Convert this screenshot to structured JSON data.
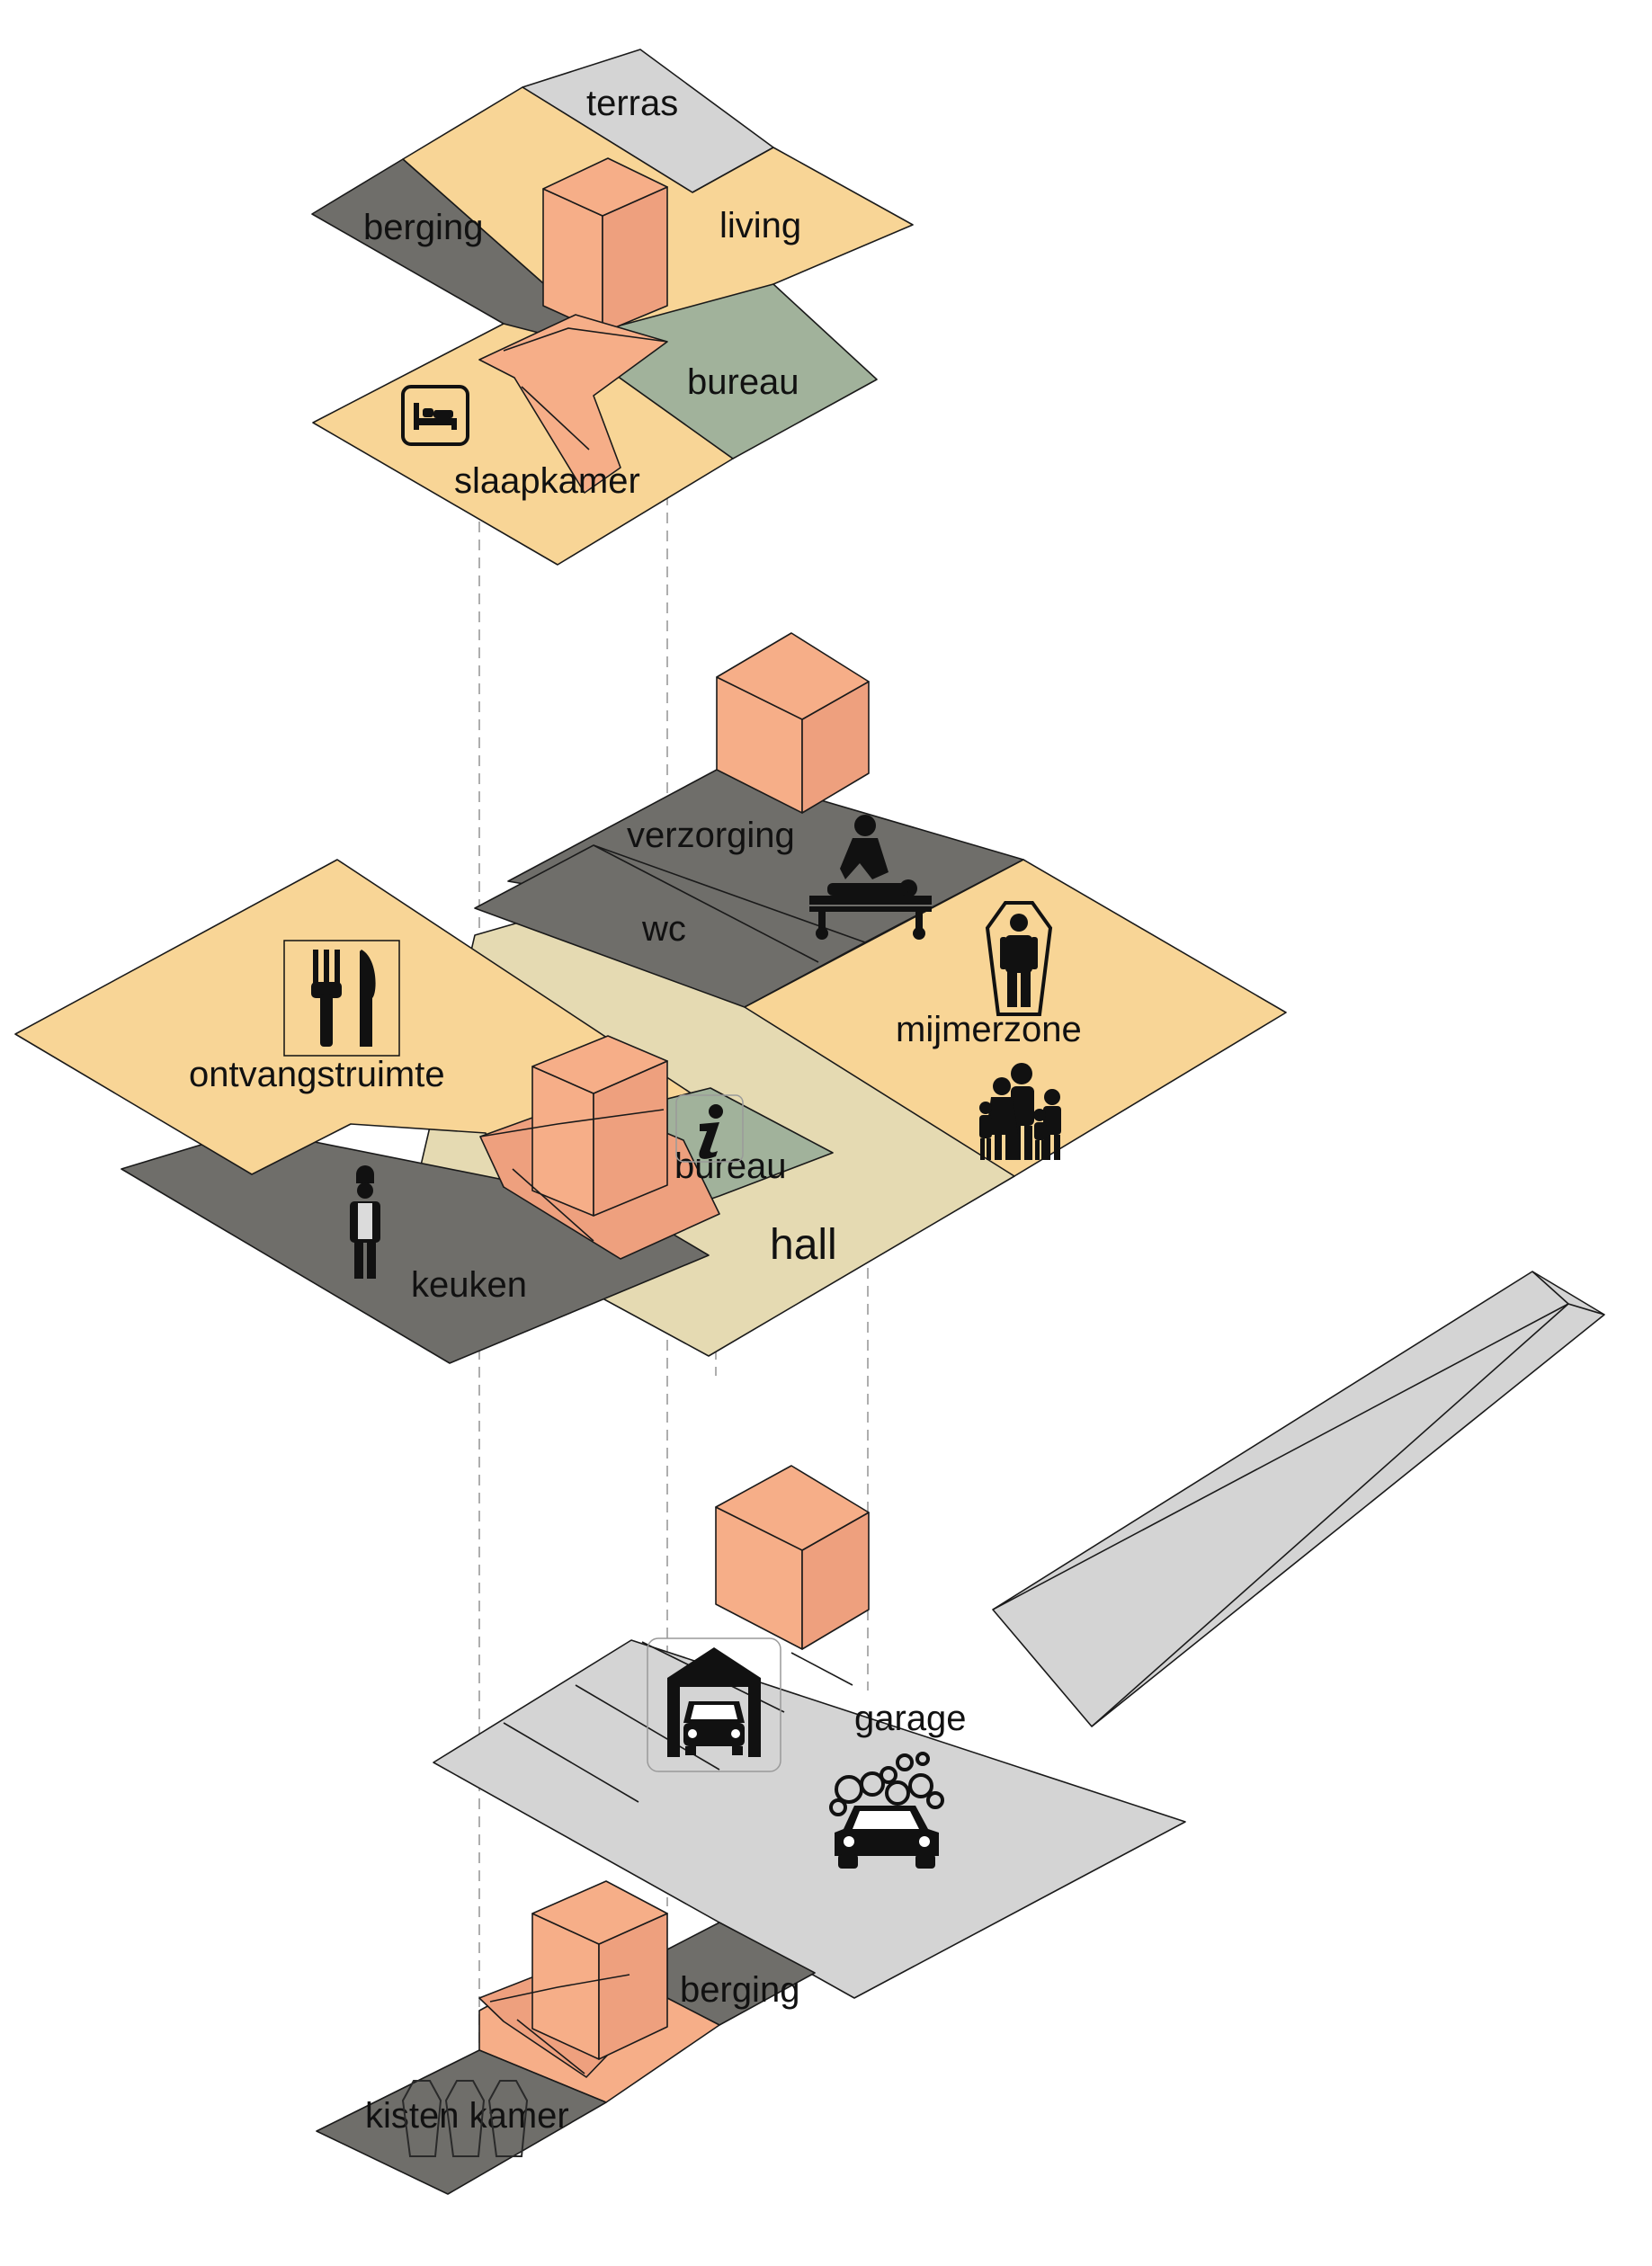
{
  "colors": {
    "orange_light": "#f8d596",
    "dark_gray": "#6f6e6a",
    "sage_green": "#a1b29b",
    "light_gray": "#d4d4d4",
    "beige": "#e5dab2",
    "salmon": "#f6ae88",
    "salmon_shade": "#eea07e",
    "ink": "#111111"
  },
  "floors": {
    "top": {
      "terras": "terras",
      "berging": "berging",
      "living": "living",
      "bureau": "bureau",
      "slaapkamer": "slaapkamer"
    },
    "middle": {
      "verzorging": "verzorging",
      "wc": "wc",
      "mijmerzone": "mijmerzone",
      "ontvangstruimte": "ontvangstruimte",
      "bureau": "bureau",
      "hall": "hall",
      "keuken": "keuken"
    },
    "bottom": {
      "garage": "garage",
      "berging": "berging",
      "kisten_kamer": "kisten kamer"
    }
  },
  "icons": [
    "bed-icon",
    "cutlery-icon",
    "info-icon",
    "chef-icon",
    "massage-table-icon",
    "coffin-person-icon",
    "family-icon",
    "garage-car-icon",
    "car-wash-icon",
    "coffins-icon"
  ]
}
